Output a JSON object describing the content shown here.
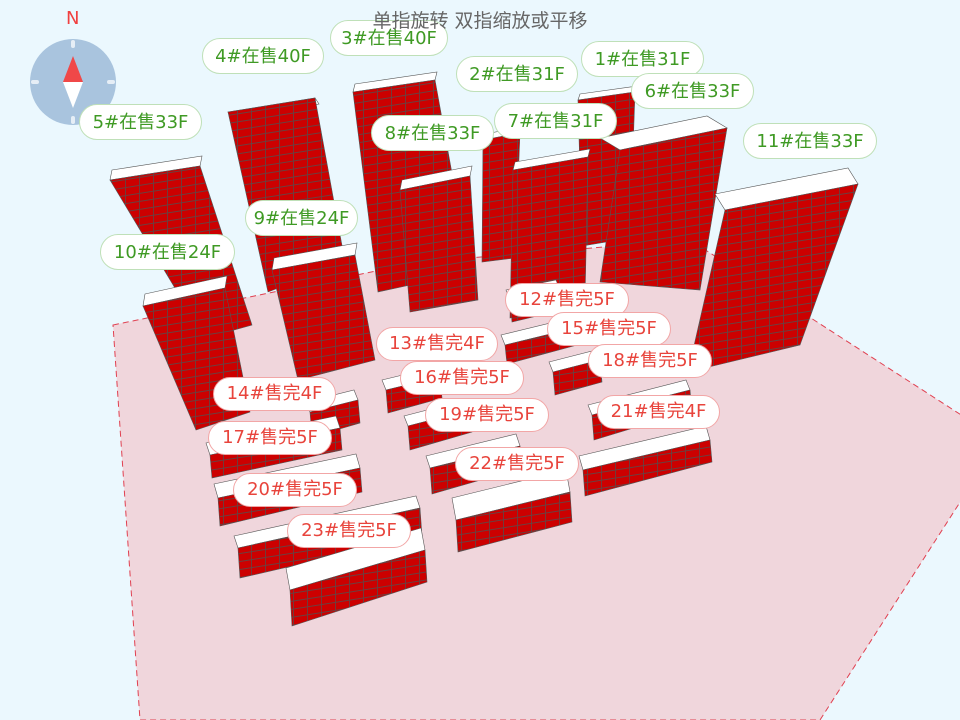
{
  "hint": "单指旋转 双指缩放或平移",
  "compass": {
    "north_label": "N"
  },
  "colors": {
    "building": "#cc0000",
    "ground": "#f0d6dc",
    "ground_border": "#e04050",
    "on_sale": "#3f9a24",
    "sold_out": "#e8443c"
  },
  "on_sale_labels": [
    {
      "id": "3",
      "text": "3#在售40F"
    },
    {
      "id": "4",
      "text": "4#在售40F"
    },
    {
      "id": "1",
      "text": "1#在售31F"
    },
    {
      "id": "2",
      "text": "2#在售31F"
    },
    {
      "id": "6",
      "text": "6#在售33F"
    },
    {
      "id": "5",
      "text": "5#在售33F"
    },
    {
      "id": "8",
      "text": "8#在售33F"
    },
    {
      "id": "7",
      "text": "7#在售31F"
    },
    {
      "id": "11",
      "text": "11#在售33F"
    },
    {
      "id": "9",
      "text": "9#在售24F"
    },
    {
      "id": "10",
      "text": "10#在售24F"
    }
  ],
  "sold_labels": [
    {
      "id": "12",
      "text": "12#售完5F"
    },
    {
      "id": "15",
      "text": "15#售完5F"
    },
    {
      "id": "13",
      "text": "13#售完4F"
    },
    {
      "id": "18",
      "text": "18#售完5F"
    },
    {
      "id": "16",
      "text": "16#售完5F"
    },
    {
      "id": "14",
      "text": "14#售完4F"
    },
    {
      "id": "21",
      "text": "21#售完4F"
    },
    {
      "id": "19",
      "text": "19#售完5F"
    },
    {
      "id": "17",
      "text": "17#售完5F"
    },
    {
      "id": "22",
      "text": "22#售完5F"
    },
    {
      "id": "20",
      "text": "20#售完5F"
    },
    {
      "id": "23",
      "text": "23#售完5F"
    }
  ]
}
